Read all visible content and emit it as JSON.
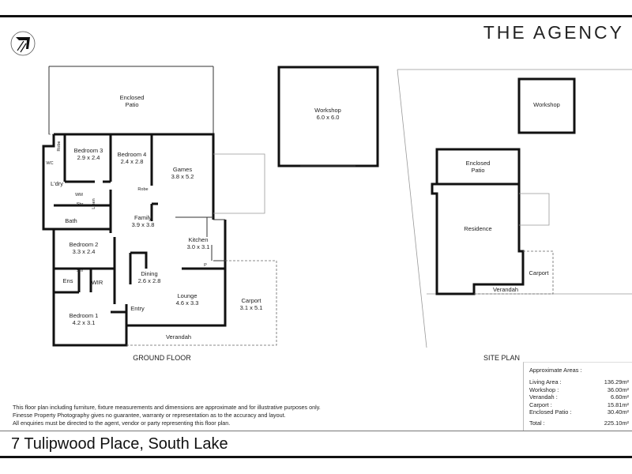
{
  "brand": {
    "name": "THE AGENCY"
  },
  "logo": {
    "icon": "stylized-monogram-logo"
  },
  "ground_floor": {
    "title": "GROUND FLOOR",
    "rooms": {
      "enclosed_patio": {
        "name": "Enclosed",
        "name2": "Patio"
      },
      "bedroom3": {
        "name": "Bedroom 3",
        "size": "2.9 x 2.4"
      },
      "bedroom4": {
        "name": "Bedroom 4",
        "size": "2.4 x 2.8"
      },
      "games": {
        "name": "Games",
        "size": "3.8 x 5.2"
      },
      "robe1": "Robe",
      "robe2": "Robe",
      "wc": "WC",
      "laundry": "L'dry",
      "wm": "WM",
      "linen": "Linen",
      "shr1": "Shr",
      "bath": "Bath",
      "family": {
        "name": "Family",
        "size": "3.9 x 3.8"
      },
      "kitchen": {
        "name": "Kitchen",
        "size": "3.0 x 3.1"
      },
      "pantry": "P",
      "bedroom2": {
        "name": "Bedroom 2",
        "size": "3.3 x 2.4"
      },
      "dining": {
        "name": "Dining",
        "size": "2.6 x 2.8"
      },
      "ens": "Ens",
      "shr2": "Shr",
      "wir": "WIR",
      "lounge": {
        "name": "Lounge",
        "size": "4.6 x 3.3"
      },
      "entry": "Entry",
      "bedroom1": {
        "name": "Bedroom 1",
        "size": "4.2 x 3.1"
      },
      "carport": {
        "name": "Carport",
        "size": "3.1 x 5.1"
      },
      "verandah": "Verandah"
    },
    "workshop": {
      "name": "Workshop",
      "size": "6.0 x 6.0"
    }
  },
  "site_plan": {
    "title": "SITE PLAN",
    "labels": {
      "workshop": "Workshop",
      "enclosed_patio": "Enclosed",
      "enclosed_patio2": "Patio",
      "residence": "Residence",
      "carport": "Carport",
      "verandah": "Verandah"
    }
  },
  "areas": {
    "heading": "Approximate Areas :",
    "rows": [
      {
        "label": "Living Area :",
        "value": "136.29m²"
      },
      {
        "label": "Workshop :",
        "value": "36.00m²"
      },
      {
        "label": "Verandah :",
        "value": "6.60m²"
      },
      {
        "label": "Carport :",
        "value": "15.81m²"
      },
      {
        "label": "Enclosed Patio :",
        "value": "30.40m²"
      }
    ],
    "total": {
      "label": "Total :",
      "value": "225.10m²"
    }
  },
  "disclaimer": [
    "This floor plan including furniture, fixture measurements and dimensions are approximate and for illustrative purposes only.",
    "Finesse Property Photography gives no  guarantee, warranty or representation as to the accuracy and layout.",
    "All enquiries must be directed to the agent, vendor or party representing this floor plan."
  ],
  "address": "7 Tulipwood Place, South Lake"
}
